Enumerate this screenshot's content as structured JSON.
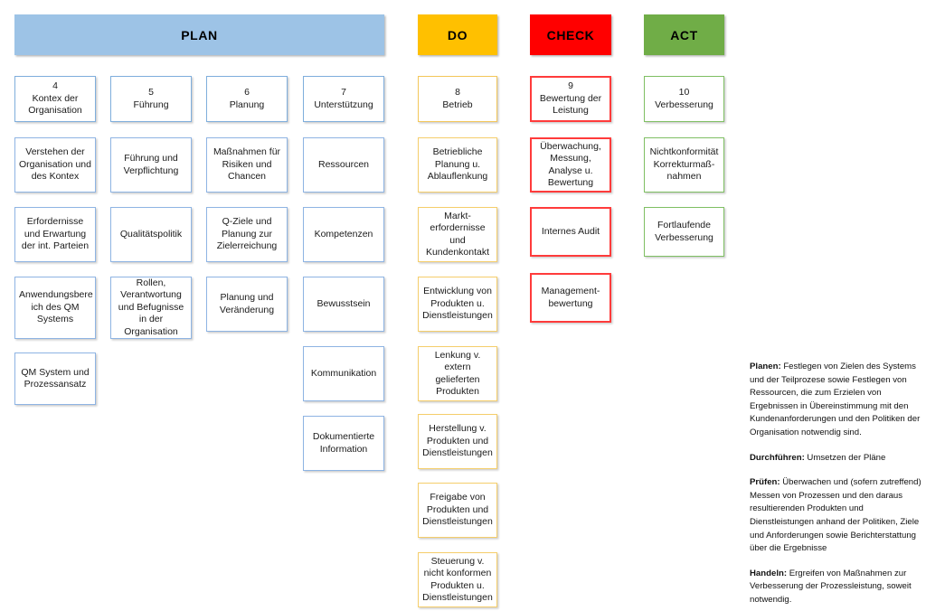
{
  "diagram": {
    "title": "PDCA / ISO 9001 Kapitelstruktur",
    "phases": [
      {
        "key": "plan",
        "label": "PLAN",
        "color": "#9DC3E6",
        "border_color": "#8EB4E3"
      },
      {
        "key": "do",
        "label": "DO",
        "color": "#FFC000",
        "border_color": "#F5CE6B"
      },
      {
        "key": "check",
        "label": "CHECK",
        "color": "#FF0000",
        "border_color": "#FF4B4B"
      },
      {
        "key": "act",
        "label": "ACT",
        "color": "#70AD47",
        "border_color": "#8FC67A"
      }
    ],
    "columns": {
      "plan": [
        {
          "number": "4",
          "title": "Kontex der Organisation",
          "items": [
            "Verstehen der Organisation und des Kontex",
            "Erfordernisse und Erwartung der int. Parteien",
            "Anwendungsbere ich des QM Systems",
            "QM System und Prozessansatz"
          ]
        },
        {
          "number": "5",
          "title": "Führung",
          "items": [
            "Führung und Verpflichtung",
            "Qualitätspolitik",
            "Rollen, Verantwortung und Befugnisse in der Organisation"
          ]
        },
        {
          "number": "6",
          "title": "Planung",
          "items": [
            "Maßnahmen für Risiken und Chancen",
            "Q-Ziele und Planung zur Zielerreichung",
            "Planung und Veränderung"
          ]
        },
        {
          "number": "7",
          "title": "Unterstützung",
          "items": [
            "Ressourcen",
            "Kompetenzen",
            "Bewusstsein",
            "Kommunikation",
            "Dokumentierte Information"
          ]
        }
      ],
      "do": [
        {
          "number": "8",
          "title": "Betrieb",
          "items": [
            "Betriebliche Planung u. Ablauflenkung",
            "Markt- erfordernisse und Kundenkontakt",
            "Entwicklung von Produkten u. Dienstleistungen",
            "Lenkung v. extern gelieferten Produkten",
            "Herstellung v. Produkten und Dienstleistungen",
            "Freigabe von Produkten und Dienstleistungen",
            "Steuerung v. nicht konformen Produkten u. Dienstleistungen"
          ]
        }
      ],
      "check": [
        {
          "number": "9",
          "title": "Bewertung der Leistung",
          "items": [
            "Überwachung, Messung, Analyse u. Bewertung",
            "Internes Audit",
            "Management- bewertung"
          ]
        }
      ],
      "act": [
        {
          "number": "10",
          "title": "Verbesserung",
          "items": [
            "Nichtkonformität Korrekturmaß- nahmen",
            "Fortlaufende Verbesserung"
          ]
        }
      ]
    },
    "legend": [
      {
        "term": "Planen:",
        "text": " Festlegen von Zielen des Systems und der Teilprozese sowie Festlegen von Ressourcen, die zum Erzielen von Ergebnissen in Übereinstimmung mit den Kundenanforderungen und den Politiken der Organisation notwendig sind."
      },
      {
        "term": "Durchführen:",
        "text": " Umsetzen der Pläne"
      },
      {
        "term": "Prüfen:",
        "text": " Überwachen und (sofern zutreffend) Messen von Prozessen und den daraus resultierenden Produkten und Dienstleistungen anhand der Politiken, Ziele und Anforderungen sowie Berichterstattung über die Ergebnisse"
      },
      {
        "term": "Handeln:",
        "text": " Ergreifen von Maßnahmen zur Verbesserung der Prozessleistung, soweit notwendig."
      }
    ]
  }
}
